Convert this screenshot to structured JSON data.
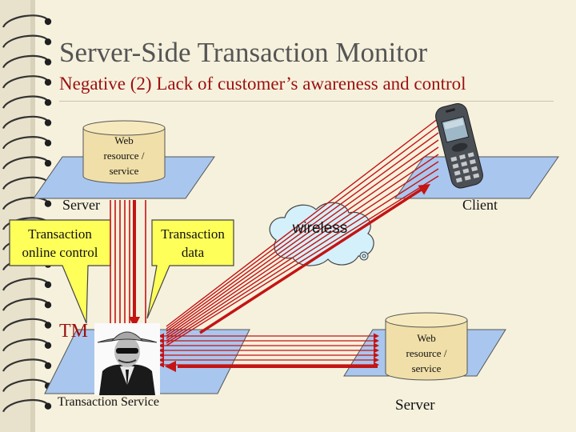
{
  "title": "Server-Side Transaction Monitor",
  "subtitle": "Negative (2) Lack of customer’s awareness and control",
  "server_top": {
    "cylinder_lines": [
      "Web",
      "resource /",
      "service"
    ],
    "label": "Server"
  },
  "client": {
    "label": "Client"
  },
  "callouts": {
    "online_control": [
      "Transaction",
      "online control"
    ],
    "transaction_data": [
      "Transaction",
      "data"
    ]
  },
  "wireless_cloud": {
    "label": "wireless"
  },
  "tm": {
    "label": "TM"
  },
  "transaction_service": {
    "label": "Transaction Service"
  },
  "server_bottom": {
    "cylinder_lines": [
      "Web",
      "resource /",
      "service"
    ],
    "label": "Server"
  },
  "icons": [
    "spiral-binding-icon",
    "mobile-phone-icon",
    "spy-agent-icon",
    "wireless-cloud-icon"
  ],
  "colors": {
    "arrow": "#c41414",
    "platform": "#a9c6ee",
    "cylinder": "#f0dfa8",
    "callout": "#ffff5a",
    "cloud": "#d4f0fa"
  }
}
